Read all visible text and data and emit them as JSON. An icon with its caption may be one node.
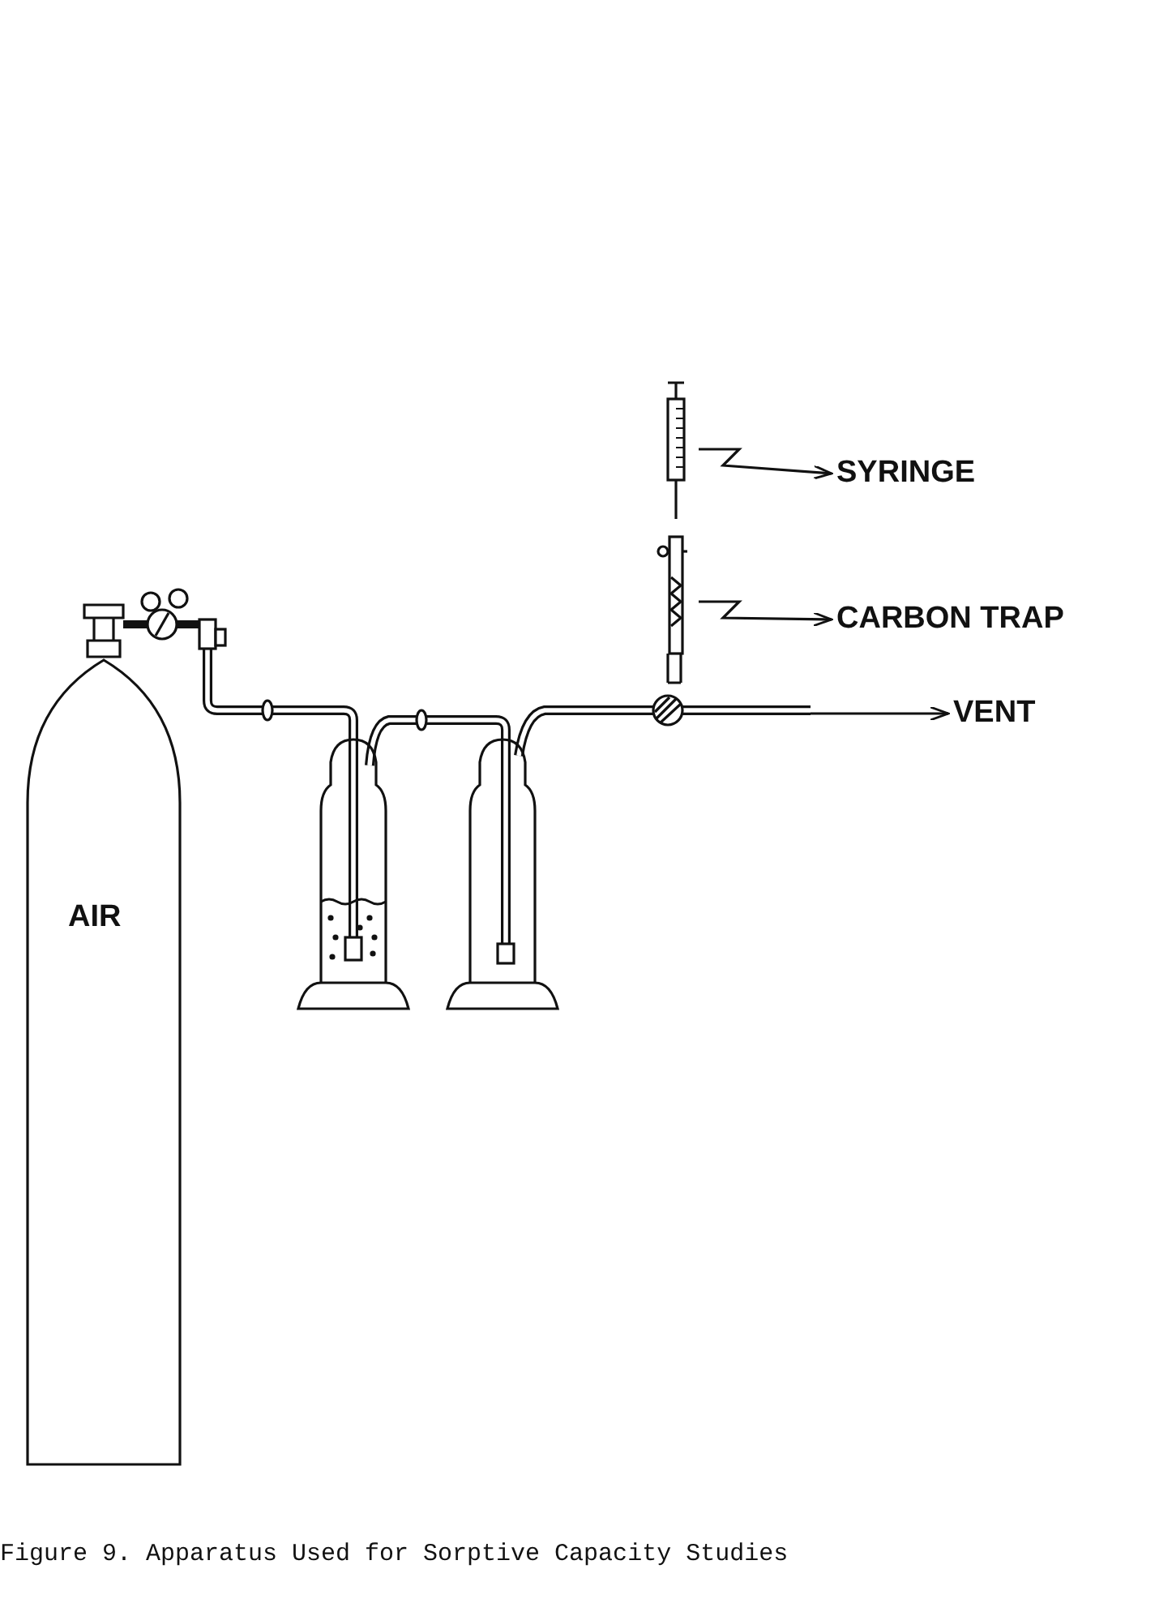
{
  "diagram": {
    "caption": "Figure 9. Apparatus Used for Sorptive Capacity Studies",
    "nodes": [
      {
        "text": [
          "SYRINGE"
        ]
      },
      {
        "text": [],
        "shape": "picture"
      },
      {
        "text": [
          "CARBON TRAP"
        ]
      },
      {
        "text": [],
        "shape": "picture"
      },
      {
        "text": [
          "VENT"
        ]
      },
      {
        "text": [
          "AIR"
        ]
      }
    ],
    "edges": [
      {
        "from": 1,
        "to": 0,
        "arrow": "to"
      },
      {
        "from": 3,
        "to": 2,
        "arrow": "to"
      },
      {
        "from": null,
        "to": 4,
        "arrow": "to"
      }
    ]
  }
}
